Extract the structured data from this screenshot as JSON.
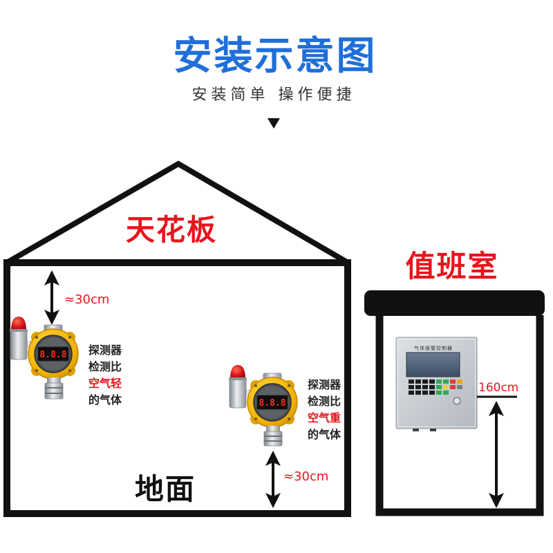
{
  "title": "安装示意图",
  "subtitle": "安装简单 操作便捷",
  "house": {
    "ceiling_label": "天花板",
    "floor_label": "地面",
    "light_gas_detector": {
      "distance_label": "≈30cm",
      "display": "8.8.8",
      "description": [
        "探测器",
        "检测比",
        "空气轻",
        "的气体"
      ]
    },
    "heavy_gas_detector": {
      "distance_label": "≈30cm",
      "display": "8.8.8",
      "description": [
        "探测器",
        "检测比",
        "空气重",
        "的气体"
      ]
    }
  },
  "duty_room": {
    "label": "值班室",
    "controller": {
      "panel_title": "气体报警控制器"
    },
    "mounting_height_label": "160cm"
  },
  "icons": {
    "pointer": "down-triangle-icon"
  },
  "colors": {
    "title_blue": "#1f6fd8",
    "accent_red": "#e8141c",
    "outline": "#111111"
  }
}
